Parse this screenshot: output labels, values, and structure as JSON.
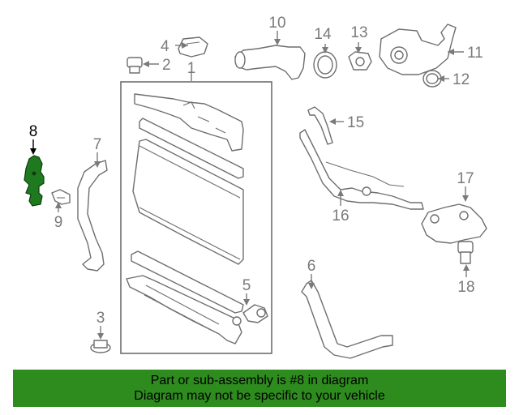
{
  "diagram": {
    "callouts": [
      {
        "id": "1",
        "label": "1"
      },
      {
        "id": "2",
        "label": "2"
      },
      {
        "id": "3",
        "label": "3"
      },
      {
        "id": "4",
        "label": "4"
      },
      {
        "id": "5",
        "label": "5"
      },
      {
        "id": "6",
        "label": "6"
      },
      {
        "id": "7",
        "label": "7"
      },
      {
        "id": "8",
        "label": "8"
      },
      {
        "id": "9",
        "label": "9"
      },
      {
        "id": "10",
        "label": "10"
      },
      {
        "id": "11",
        "label": "11"
      },
      {
        "id": "12",
        "label": "12"
      },
      {
        "id": "13",
        "label": "13"
      },
      {
        "id": "14",
        "label": "14"
      },
      {
        "id": "15",
        "label": "15"
      },
      {
        "id": "16",
        "label": "16"
      },
      {
        "id": "17",
        "label": "17"
      },
      {
        "id": "18",
        "label": "18"
      }
    ],
    "highlighted_part": "8",
    "highlight_color": "#1f7a1f"
  },
  "banner": {
    "line1": "Part or sub-assembly is #8 in diagram",
    "line2": "Diagram may not be specific to your vehicle",
    "background": "#2e8b1e"
  }
}
